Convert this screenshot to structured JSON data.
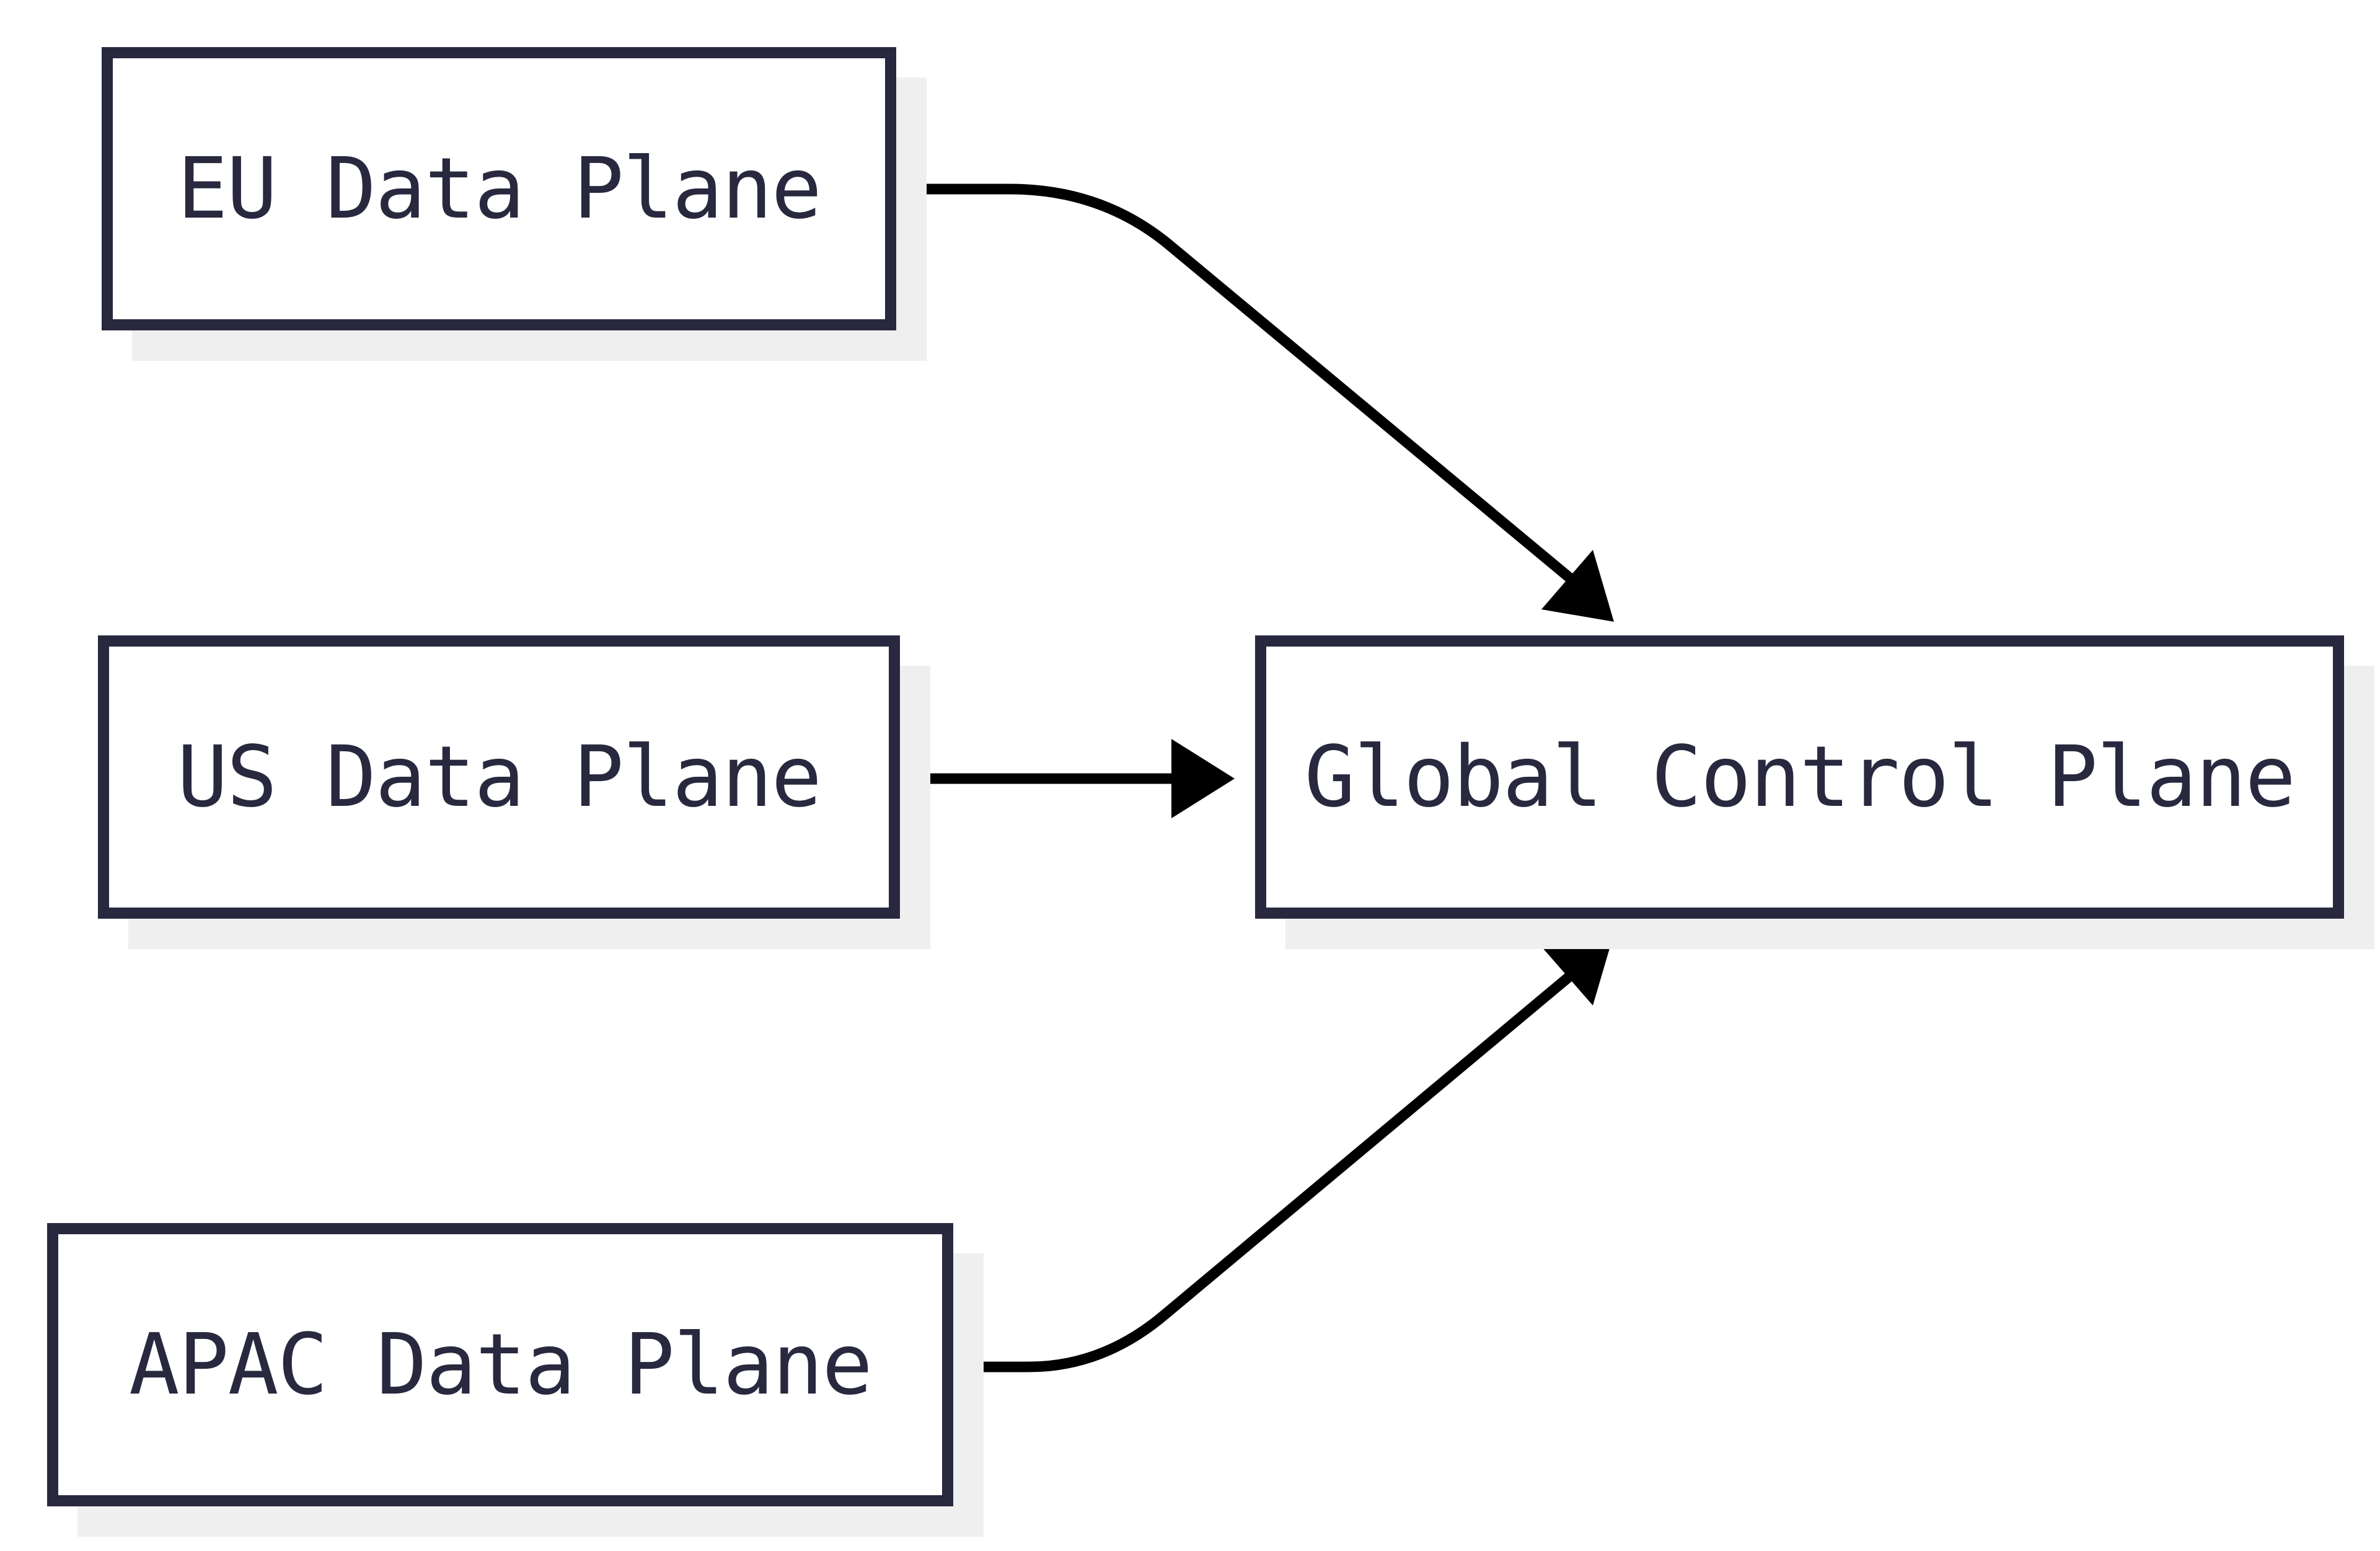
{
  "diagram": {
    "nodes": {
      "eu": {
        "label": "EU Data Plane"
      },
      "us": {
        "label": "US Data Plane"
      },
      "apac": {
        "label": "APAC Data Plane"
      },
      "global": {
        "label": "Global Control Plane"
      }
    },
    "edges": [
      {
        "from": "eu",
        "to": "global"
      },
      {
        "from": "us",
        "to": "global"
      },
      {
        "from": "apac",
        "to": "global"
      }
    ],
    "colors": {
      "node_border": "#28283f",
      "node_text": "#28283f",
      "node_shadow": "#efeff0",
      "edge": "#000000",
      "background": "#ffffff"
    }
  }
}
